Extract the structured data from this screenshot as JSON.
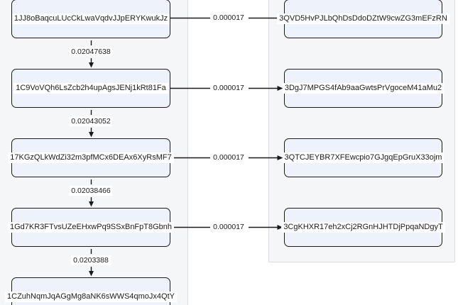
{
  "diagram": {
    "type": "transaction-flow-graph",
    "left_column": {
      "nodes": [
        {
          "label": "1JJ8oBaqcuLUcCkLwaVqdvJJpERYKwukJz"
        },
        {
          "label": "1C9VoVQh6LsZcb2h4upAgsJENj1kRt81Fa"
        },
        {
          "label": "17KGzQLkWdZi32m3pfMCx6DEAx6XyRsMF7"
        },
        {
          "label": "1Gd7KR3FTvsUZeEHxwPq9SSxBnFpT8Gbnh"
        },
        {
          "label": "1CZuhNqmJqAGgMg8aNK6sWWS4qmoJx4QtY"
        }
      ]
    },
    "right_column": {
      "nodes": [
        {
          "label": "3QVD5HvPJLbQhDsDdoDZtW9cwZG3mEFzRN"
        },
        {
          "label": "3DgJ7MPGS4fAb9aaGwtsPrVgoceM41aMu2"
        },
        {
          "label": "3QTCJEYBR7XFEwcpio7GJgqEpGruX33ojm"
        },
        {
          "label": "3CgKHXR17eh2xCj2RGnHJHTDjPpqaNDgyT"
        }
      ]
    },
    "chain_edges": [
      {
        "label": "0.02047638"
      },
      {
        "label": "0.02043052"
      },
      {
        "label": "0.02038466"
      },
      {
        "label": "0.0203388"
      }
    ],
    "cross_edges": [
      {
        "label": "0.000017"
      },
      {
        "label": "0.000017"
      },
      {
        "label": "0.000017"
      },
      {
        "label": "0.000017"
      }
    ],
    "colors": {
      "node_fill": "#eef2fb",
      "node_border": "#1a1a1a",
      "panel_fill": "#f5f6f8",
      "panel_border": "#d9dbe0",
      "edge_color": "#1a1a1a",
      "label_background": "#ffffff"
    }
  }
}
